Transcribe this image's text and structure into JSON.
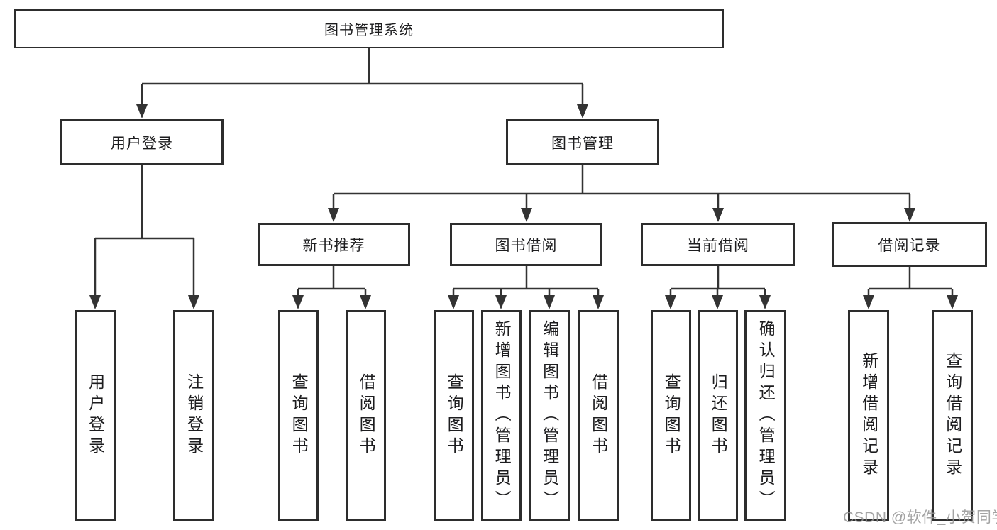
{
  "tree": {
    "label": "图书管理系统",
    "children": [
      {
        "label": "用户登录",
        "children": [
          {
            "label": "用户登录"
          },
          {
            "label": "注销登录"
          }
        ]
      },
      {
        "label": "图书管理",
        "children": [
          {
            "label": "新书推荐",
            "children": [
              {
                "label": "查询图书"
              },
              {
                "label": "借阅图书"
              }
            ]
          },
          {
            "label": "图书借阅",
            "children": [
              {
                "label": "查询图书"
              },
              {
                "label": "新增图书（管理员）"
              },
              {
                "label": "编辑图书（管理员）"
              },
              {
                "label": "借阅图书"
              }
            ]
          },
          {
            "label": "当前借阅",
            "children": [
              {
                "label": "查询图书"
              },
              {
                "label": "归还图书"
              },
              {
                "label": "确认归还（管理员）"
              }
            ]
          },
          {
            "label": "借阅记录",
            "children": [
              {
                "label": "新增借阅记录"
              },
              {
                "label": "查询借阅记录"
              }
            ]
          }
        ]
      }
    ]
  },
  "watermark": "CSDN @软件_小贺同学",
  "colors": {
    "line": "#333333",
    "box_border": "#2d2d2d",
    "text": "#1d1d1f",
    "background": "#ffffff",
    "watermark": "#949494"
  }
}
